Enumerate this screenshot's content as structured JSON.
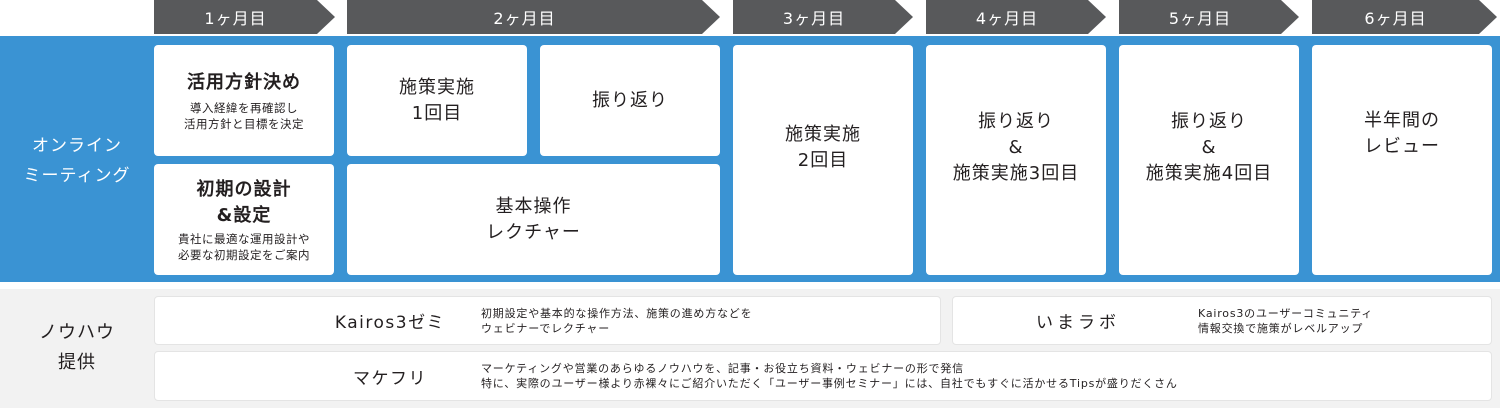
{
  "timeline": {
    "months": [
      {
        "label": "1ヶ月目"
      },
      {
        "label": "2ヶ月目"
      },
      {
        "label": "3ヶ月目"
      },
      {
        "label": "4ヶ月目"
      },
      {
        "label": "5ヶ月目"
      },
      {
        "label": "6ヶ月目"
      }
    ]
  },
  "online_meeting": {
    "label_line1": "オンライン",
    "label_line2": "ミーティング",
    "color": "#3a93d3",
    "cards": {
      "policy": {
        "title": "活用方針決め",
        "sub_line1": "導入経緯を再確認し",
        "sub_line2": "活用方針と目標を決定"
      },
      "initial_setup": {
        "title_line1": "初期の設計",
        "title_line2": "&設定",
        "sub_line1": "貴社に最適な運用設計や",
        "sub_line2": "必要な初期設定をご案内"
      },
      "measure1": {
        "title_line1": "施策実施",
        "title_line2": "1回目"
      },
      "review1": {
        "title": "振り返り"
      },
      "basic_lecture": {
        "title_line1": "基本操作",
        "title_line2": "レクチャー"
      },
      "measure2": {
        "title_line1": "施策実施",
        "title_line2": "2回目"
      },
      "review_measure3": {
        "title_line1": "振り返り",
        "title_line2": "&",
        "title_line3": "施策実施3回目"
      },
      "review_measure4": {
        "title_line1": "振り返り",
        "title_line2": "&",
        "title_line3": "施策実施4回目"
      },
      "half_year_review": {
        "title_line1": "半年間の",
        "title_line2": "レビュー"
      }
    }
  },
  "knowhow": {
    "label_line1": "ノウハウ",
    "label_line2": "提供",
    "items": [
      {
        "name": "Kairos3ゼミ",
        "desc_line1": "初期設定や基本的な操作方法、施策の進め方などを",
        "desc_line2": "ウェビナーでレクチャー"
      },
      {
        "name": "いまラボ",
        "desc_line1": "Kairos3のユーザーコミュニティ",
        "desc_line2": "情報交換で施策がレベルアップ"
      },
      {
        "name": "マケフリ",
        "desc_line1": "マーケティングや営業のあらゆるノウハウを、記事・お役立ち資料・ウェビナーの形で発信",
        "desc_line2": "特に、実際のユーザー様より赤裸々にご紹介いただく「ユーザー事例セミナー」には、自社でもすぐに活かせるTipsが盛りだくさん"
      }
    ]
  }
}
